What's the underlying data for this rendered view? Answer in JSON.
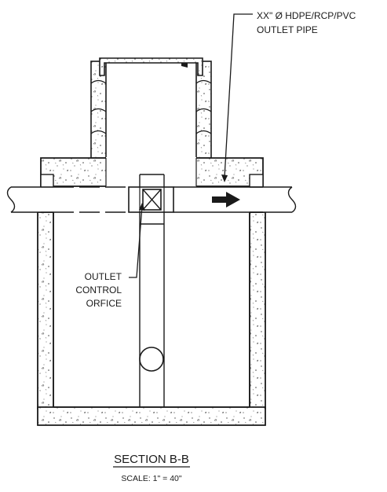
{
  "labels": {
    "outlet_pipe_line1": "XX\" Ø HDPE/RCP/PVC",
    "outlet_pipe_line2": "OUTLET PIPE",
    "control_line1": "OUTLET",
    "control_line2": "CONTROL",
    "control_line3": "ORFICE",
    "section_title": "SECTION B-B",
    "scale": "SCALE: 1\" = 40\""
  },
  "colors": {
    "line": "#1a1a1a",
    "background": "#ffffff"
  }
}
